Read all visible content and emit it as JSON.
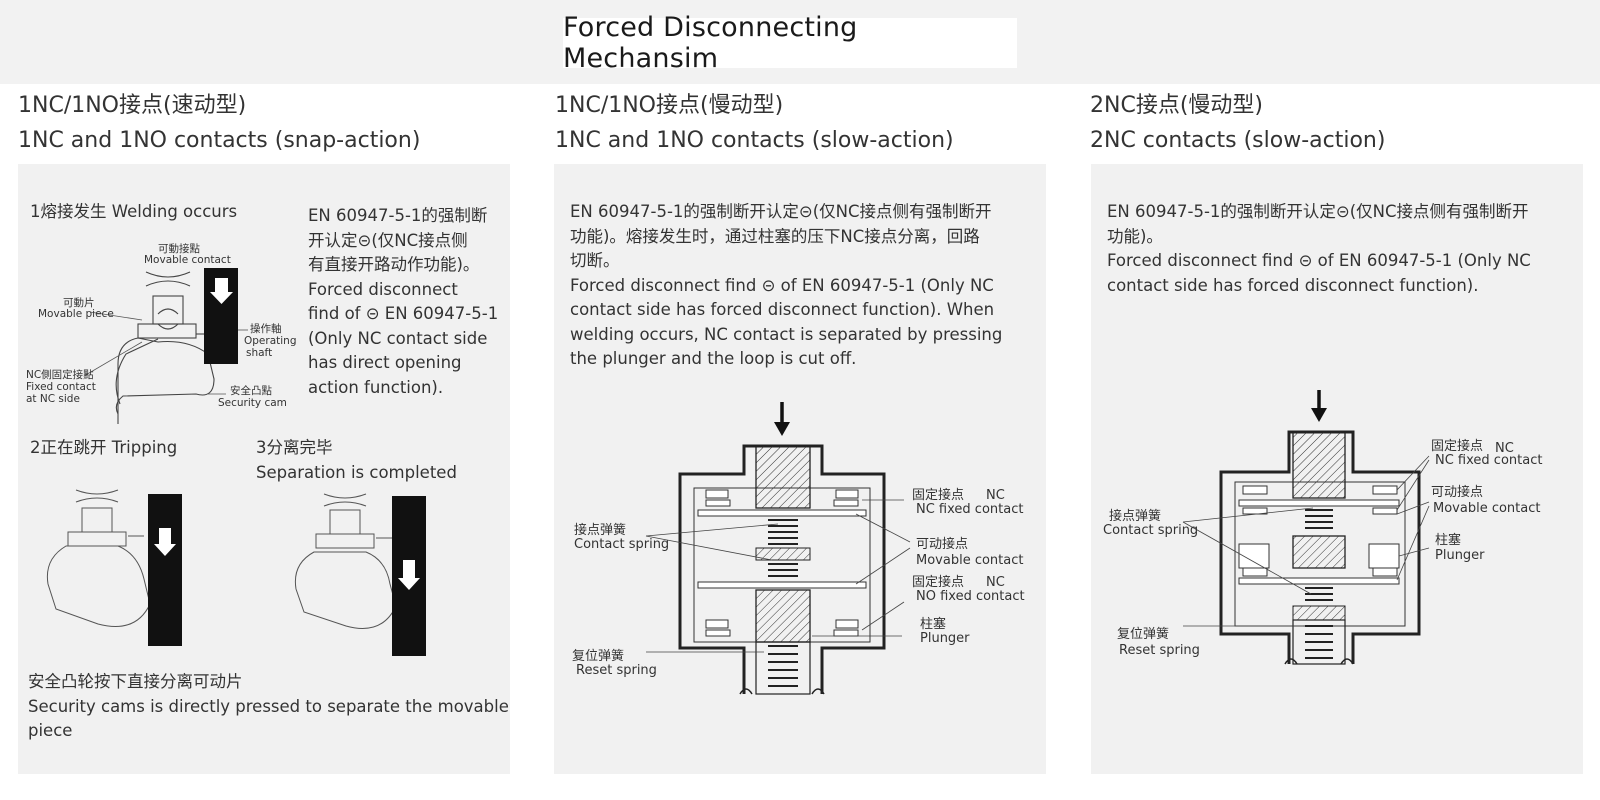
{
  "title": "Forced Disconnecting Mechansim",
  "columns": [
    {
      "heading_cn": "1NC/1NO接点(速动型)",
      "heading_en": "1NC and 1NO contacts (snap-action)",
      "step1": "1熔接发生 Welding occurs",
      "desc_lines": [
        "EN 60947-5-1的强制断",
        "开认定⊝(仅NC接点侧",
        "有直接开路动作功能)。",
        "Forced disconnect",
        "find of ⊝ EN 60947-5-1",
        "(Only NC contact side",
        "has direct opening",
        "action function)."
      ],
      "labels": {
        "movable_contact_cn": "可動接點",
        "movable_contact_en": "Movable contact",
        "movable_piece_cn": "可動片",
        "movable_piece_en": "Movable piece",
        "operating_shaft_cn": "操作軸",
        "operating_shaft_en1": "Operating",
        "operating_shaft_en2": "shaft",
        "fixed_contact_cn": "NC側固定接點",
        "fixed_contact_en1": "Fixed contact",
        "fixed_contact_en2": "at NC side",
        "security_cam_cn": "安全凸點",
        "security_cam_en": "Security cam"
      },
      "step2": "2正在跳开 Tripping",
      "step3_cn": "3分离完毕",
      "step3_en": "Separation is completed",
      "footer_cn": "安全凸轮按下直接分离可动片",
      "footer_en": "Security cams is directly pressed to separate the movable piece"
    },
    {
      "heading_cn": "1NC/1NO接点(慢动型)",
      "heading_en": "1NC and 1NO contacts (slow-action)",
      "desc_lines": [
        "EN 60947-5-1的强制断开认定⊝(仅NC接点侧有强制断开",
        "功能)。熔接发生时，通过柱塞的压下NC接点分离，回路",
        "切断。",
        "Forced disconnect find ⊝ of EN 60947-5-1 (Only NC",
        "contact side has forced disconnect function). When",
        "welding occurs, NC contact is separated by pressing",
        "the plunger and the loop is cut off."
      ],
      "labels": {
        "fixed_top_cn": "固定接点",
        "fixed_top_tag": "NC",
        "fixed_top_en": "NC fixed contact",
        "spring_cn": "接点弹簧",
        "spring_en": "Contact spring",
        "movable_cn": "可动接点",
        "movable_en": "Movable contact",
        "fixed_bottom_cn": "固定接点",
        "fixed_bottom_tag": "NC",
        "fixed_bottom_en": "NO fixed contact",
        "plunger_cn": "柱塞",
        "plunger_en": "Plunger",
        "reset_cn": "复位弹簧",
        "reset_en": "Reset spring"
      }
    },
    {
      "heading_cn": "2NC接点(慢动型)",
      "heading_en": "2NC contacts (slow-action)",
      "desc_lines": [
        "EN 60947-5-1的强制断开认定⊝(仅NC接点侧有强制断开",
        "功能)。",
        "Forced disconnect find ⊝ of EN 60947-5-1 (Only NC",
        "contact side has forced disconnect function)."
      ],
      "labels": {
        "fixed_cn": "固定接点",
        "fixed_tag": "NC",
        "fixed_en": "NC fixed contact",
        "spring_cn": "接点弹簧",
        "spring_en": "Contact spring",
        "movable_cn": "可动接点",
        "movable_en": "Movable contact",
        "plunger_cn": "柱塞",
        "plunger_en": "Plunger",
        "reset_cn": "复位弹簧",
        "reset_en": "Reset spring"
      }
    }
  ]
}
